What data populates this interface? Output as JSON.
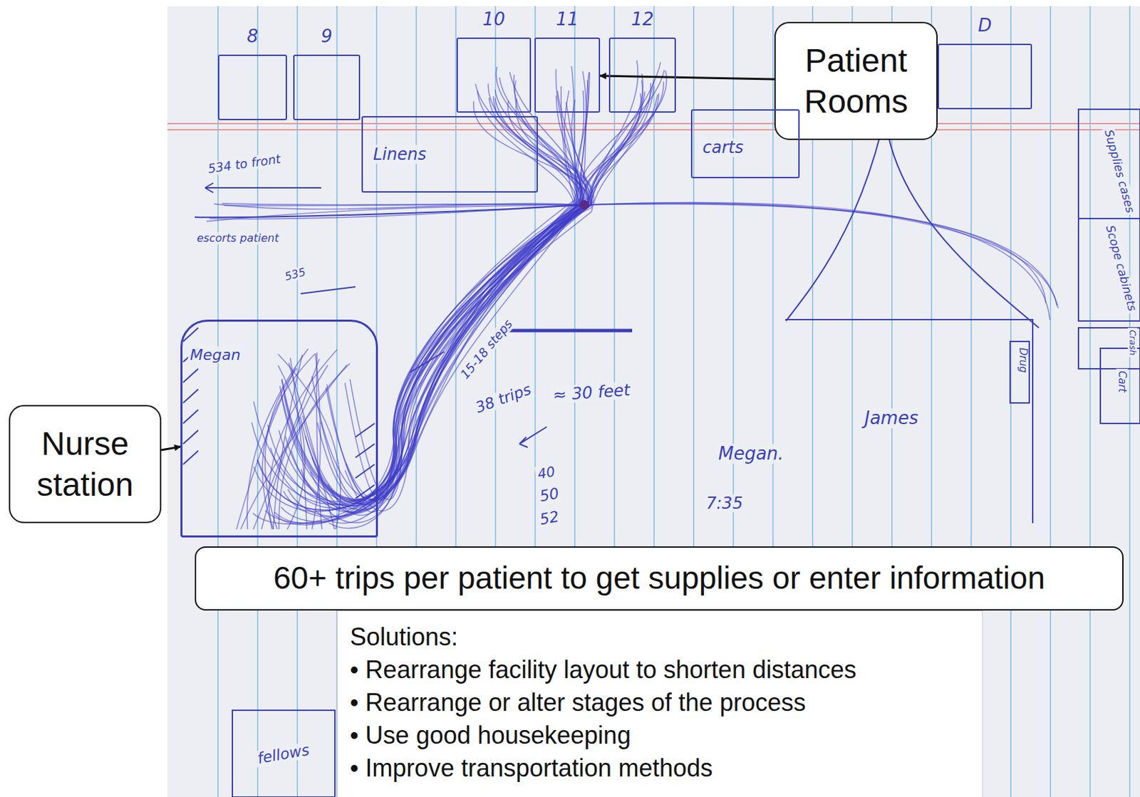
{
  "diagram": {
    "nodes": [
      {
        "text": [
          "Patient Rooms"
        ]
      },
      {
        "text": [
          "8"
        ]
      },
      {
        "text": [
          "9"
        ]
      },
      {
        "text": [
          "10"
        ]
      },
      {
        "text": [
          "11"
        ]
      },
      {
        "text": [
          "12"
        ]
      },
      {
        "text": [
          "D"
        ]
      },
      {
        "text": [
          "Linens"
        ]
      },
      {
        "text": [
          "carts"
        ]
      },
      {
        "text": [
          "Nurse station"
        ]
      },
      {
        "text": [
          "Megan"
        ]
      },
      {
        "text": [
          "60+ trips per patient to get supplies or enter information"
        ]
      },
      {
        "text": [
          "Solutions:",
          "• Rearrange facility layout to shorten distances",
          "• Rearrange or alter stages of the process",
          "• Use good housekeeping",
          "• Improve transportation methods"
        ]
      }
    ],
    "edges": [
      {
        "from": 0,
        "to": 4,
        "arrow": "to"
      },
      {
        "from": 9,
        "to": 10,
        "arrow": "to"
      }
    ],
    "labels": [
      "534 to front",
      "escorts patient",
      "535",
      "15-18 steps",
      "38 trips",
      "≈ 30 feet",
      "40",
      "50",
      "52",
      "Megan.",
      "7:35",
      "James",
      "Supplies cases",
      "Scope cabinets",
      "Drug",
      "Cart",
      "Crash",
      "fellows"
    ]
  }
}
